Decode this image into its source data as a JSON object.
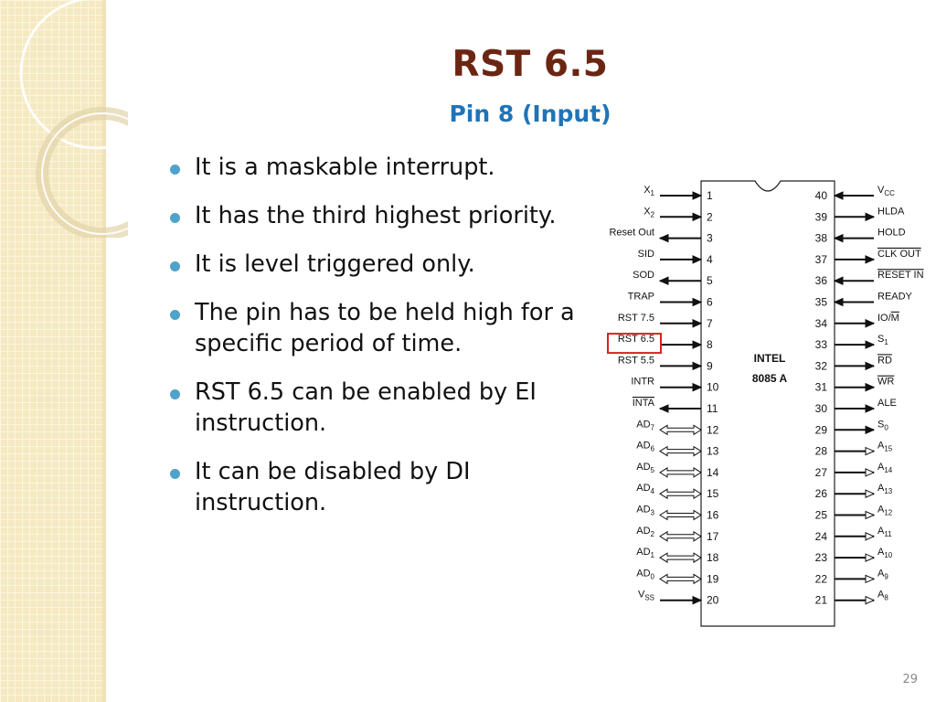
{
  "slide": {
    "title": "RST 6.5",
    "subtitle": "Pin 8 (Input)",
    "page_number": "29",
    "accent_colors": {
      "title": "#6b2613",
      "subtitle": "#1f74b8",
      "bullet": "#4fa3c9",
      "highlight_box": "#d92121"
    }
  },
  "bullets": [
    "It is a maskable interrupt.",
    "It has the third highest priority.",
    "It is level triggered only.",
    "The pin has to be held high for a specific period of time.",
    "RST 6.5 can be enabled by EI instruction.",
    "It can be disabled by DI instruction."
  ],
  "chip": {
    "label_line1": "INTEL",
    "label_line2": "8085 A",
    "highlighted_pin": "8",
    "left_pins": [
      {
        "num": "1",
        "name": "X",
        "sub": "1",
        "arrow": "in"
      },
      {
        "num": "2",
        "name": "X",
        "sub": "2",
        "arrow": "in"
      },
      {
        "num": "3",
        "name": "Reset Out",
        "arrow": "out"
      },
      {
        "num": "4",
        "name": "SID",
        "arrow": "in"
      },
      {
        "num": "5",
        "name": "SOD",
        "arrow": "out"
      },
      {
        "num": "6",
        "name": "TRAP",
        "arrow": "in"
      },
      {
        "num": "7",
        "name": "RST 7.5",
        "arrow": "in"
      },
      {
        "num": "8",
        "name": "RST 6.5",
        "arrow": "in"
      },
      {
        "num": "9",
        "name": "RST 5.5",
        "arrow": "in"
      },
      {
        "num": "10",
        "name": "INTR",
        "arrow": "in"
      },
      {
        "num": "11",
        "name": "INTA",
        "overline": true,
        "arrow": "out"
      },
      {
        "num": "12",
        "name": "AD",
        "sub": "7",
        "arrow": "bi"
      },
      {
        "num": "13",
        "name": "AD",
        "sub": "6",
        "arrow": "bi"
      },
      {
        "num": "14",
        "name": "AD",
        "sub": "5",
        "arrow": "bi"
      },
      {
        "num": "15",
        "name": "AD",
        "sub": "4",
        "arrow": "bi"
      },
      {
        "num": "16",
        "name": "AD",
        "sub": "3",
        "arrow": "bi"
      },
      {
        "num": "17",
        "name": "AD",
        "sub": "2",
        "arrow": "bi"
      },
      {
        "num": "18",
        "name": "AD",
        "sub": "1",
        "arrow": "bi"
      },
      {
        "num": "19",
        "name": "AD",
        "sub": "0",
        "arrow": "bi"
      },
      {
        "num": "20",
        "name": "V",
        "sub": "SS",
        "arrow": "in"
      }
    ],
    "right_pins": [
      {
        "num": "40",
        "name": "V",
        "sub": "CC",
        "arrow": "in"
      },
      {
        "num": "39",
        "name": "HLDA",
        "arrow": "out"
      },
      {
        "num": "38",
        "name": "HOLD",
        "arrow": "in"
      },
      {
        "num": "37",
        "name": "CLK OUT",
        "overline": true,
        "arrow": "out"
      },
      {
        "num": "36",
        "name": "RESET IN",
        "overline": true,
        "arrow": "in"
      },
      {
        "num": "35",
        "name": "READY",
        "arrow": "in"
      },
      {
        "num": "34",
        "name": "IO/M",
        "overline_part": "M",
        "arrow": "out"
      },
      {
        "num": "33",
        "name": "S",
        "sub": "1",
        "arrow": "out"
      },
      {
        "num": "32",
        "name": "RD",
        "overline": true,
        "arrow": "out"
      },
      {
        "num": "31",
        "name": "WR",
        "overline": true,
        "arrow": "out"
      },
      {
        "num": "30",
        "name": "ALE",
        "arrow": "out"
      },
      {
        "num": "29",
        "name": "S",
        "sub": "0",
        "arrow": "out"
      },
      {
        "num": "28",
        "name": "A",
        "sub": "15",
        "arrow": "outopen"
      },
      {
        "num": "27",
        "name": "A",
        "sub": "14",
        "arrow": "outopen"
      },
      {
        "num": "26",
        "name": "A",
        "sub": "13",
        "arrow": "outopen"
      },
      {
        "num": "25",
        "name": "A",
        "sub": "12",
        "arrow": "outopen"
      },
      {
        "num": "24",
        "name": "A",
        "sub": "11",
        "arrow": "outopen"
      },
      {
        "num": "23",
        "name": "A",
        "sub": "10",
        "arrow": "outopen"
      },
      {
        "num": "22",
        "name": "A",
        "sub": "9",
        "arrow": "outopen"
      },
      {
        "num": "21",
        "name": "A",
        "sub": "8",
        "arrow": "outopen"
      }
    ]
  }
}
